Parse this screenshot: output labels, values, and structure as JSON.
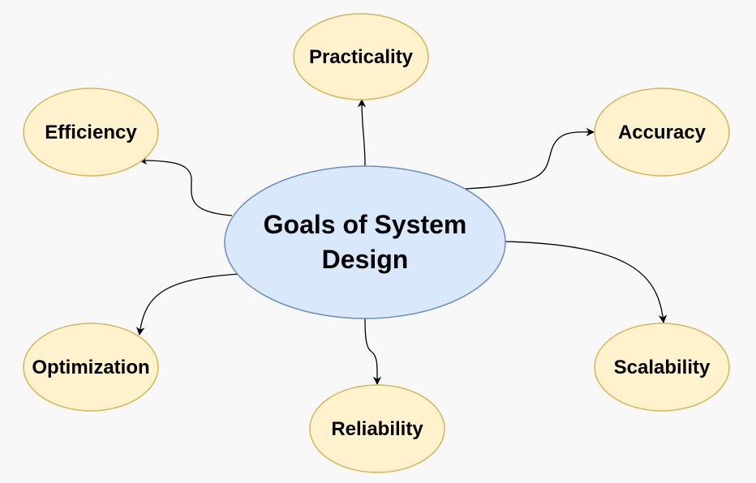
{
  "diagram": {
    "center": {
      "line1": "Goals of System",
      "line2": "Design"
    },
    "goals": {
      "practicality": "Practicality",
      "accuracy": "Accuracy",
      "efficiency": "Efficiency",
      "optimization": "Optimization",
      "reliability": "Reliability",
      "scalability": "Scalability"
    },
    "colors": {
      "background": "#f8f8f8",
      "center_fill": "#dae8fc",
      "center_stroke": "#6c8ebf",
      "goal_fill": "#fff2cc",
      "goal_stroke": "#d6b656",
      "connector": "#000000"
    }
  }
}
